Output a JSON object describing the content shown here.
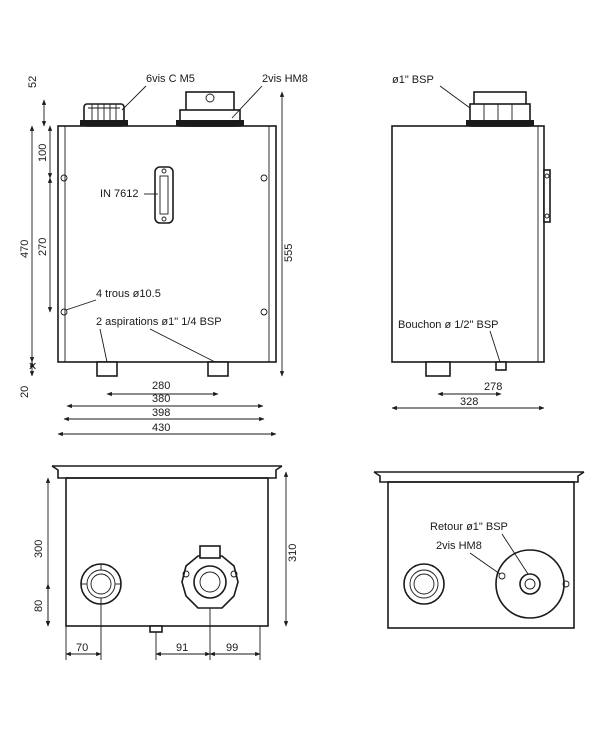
{
  "labels": {
    "vis_cm5": "6vis C M5",
    "vis_hm8": "2vis HM8",
    "bsp_1": "ø1\" BSP",
    "in_7612": "IN 7612",
    "trous": "4 trous ø10.5",
    "aspirations": "2 aspirations ø1\" 1/4 BSP",
    "bouchon": "Bouchon ø 1/2\" BSP",
    "retour": "Retour ø1\" BSP",
    "vis_hm8_top": "2vis HM8"
  },
  "dimensions": {
    "d52": "52",
    "d100": "100",
    "d470": "470",
    "d270": "270",
    "d555": "555",
    "d20": "20",
    "d280": "280",
    "d380": "380",
    "d398": "398",
    "d430": "430",
    "d278": "278",
    "d328": "328",
    "d300": "300",
    "d310": "310",
    "d80": "80",
    "d70": "70",
    "d91": "91",
    "d99": "99"
  }
}
